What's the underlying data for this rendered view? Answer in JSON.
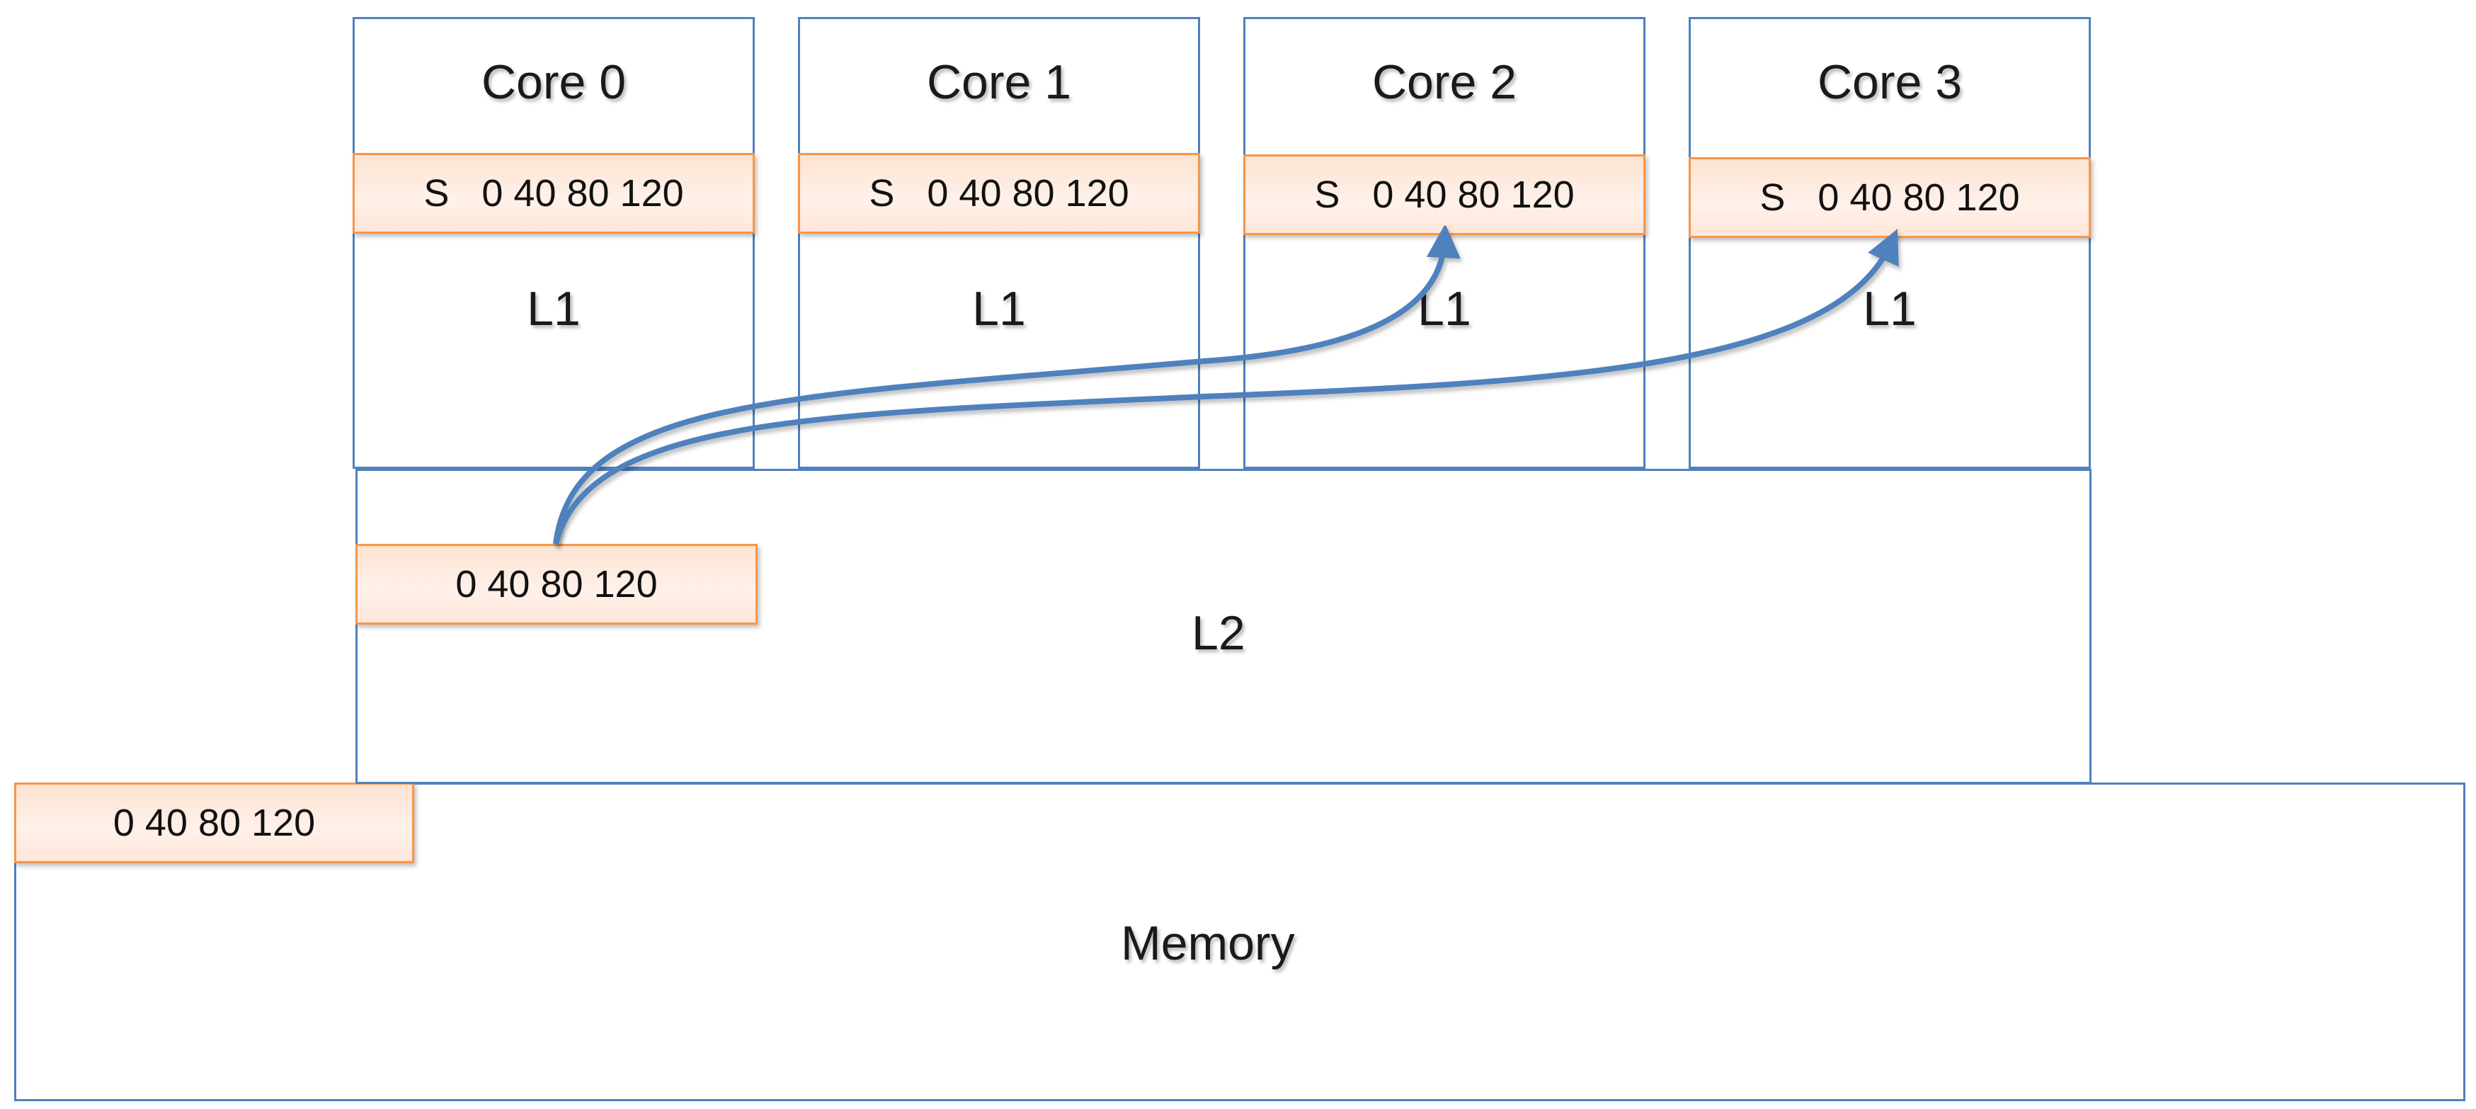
{
  "cores": [
    {
      "title": "Core 0",
      "l1_label": "L1",
      "line": {
        "state": "S",
        "values": "0 40 80 120"
      }
    },
    {
      "title": "Core 1",
      "l1_label": "L1",
      "line": {
        "state": "S",
        "values": "0 40 80 120"
      }
    },
    {
      "title": "Core 2",
      "l1_label": "L1",
      "line": {
        "state": "S",
        "values": "0 40 80 120"
      }
    },
    {
      "title": "Core 3",
      "l1_label": "L1",
      "line": {
        "state": "S",
        "values": "0 40 80 120"
      }
    }
  ],
  "l2": {
    "label": "L2",
    "line": {
      "values": "0 40 80 120"
    }
  },
  "memory": {
    "label": "Memory",
    "line": {
      "values": "0 40 80 120"
    }
  },
  "colors": {
    "box_border": "#4f81bd",
    "line_border": "#f79646",
    "line_fill": "#fde3d2",
    "arrow": "#4f81bd"
  }
}
